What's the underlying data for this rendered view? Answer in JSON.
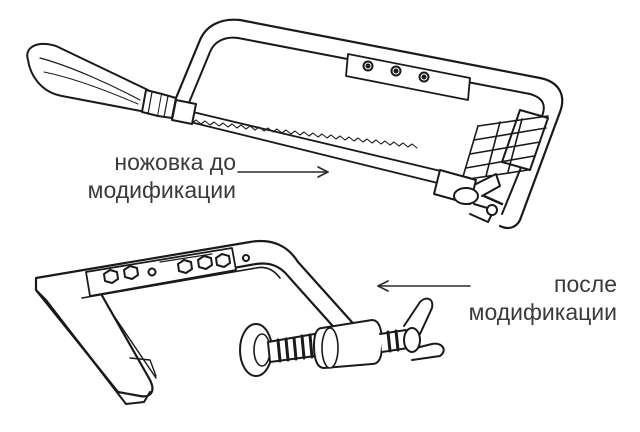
{
  "labels": {
    "before": {
      "line1": "ножовка до",
      "line2": "модификации"
    },
    "after": {
      "line1": "после",
      "line2": "модификации"
    }
  },
  "colors": {
    "ink": "#1a1a1a",
    "label_text": "#3a3a3a",
    "background": "#ffffff"
  }
}
